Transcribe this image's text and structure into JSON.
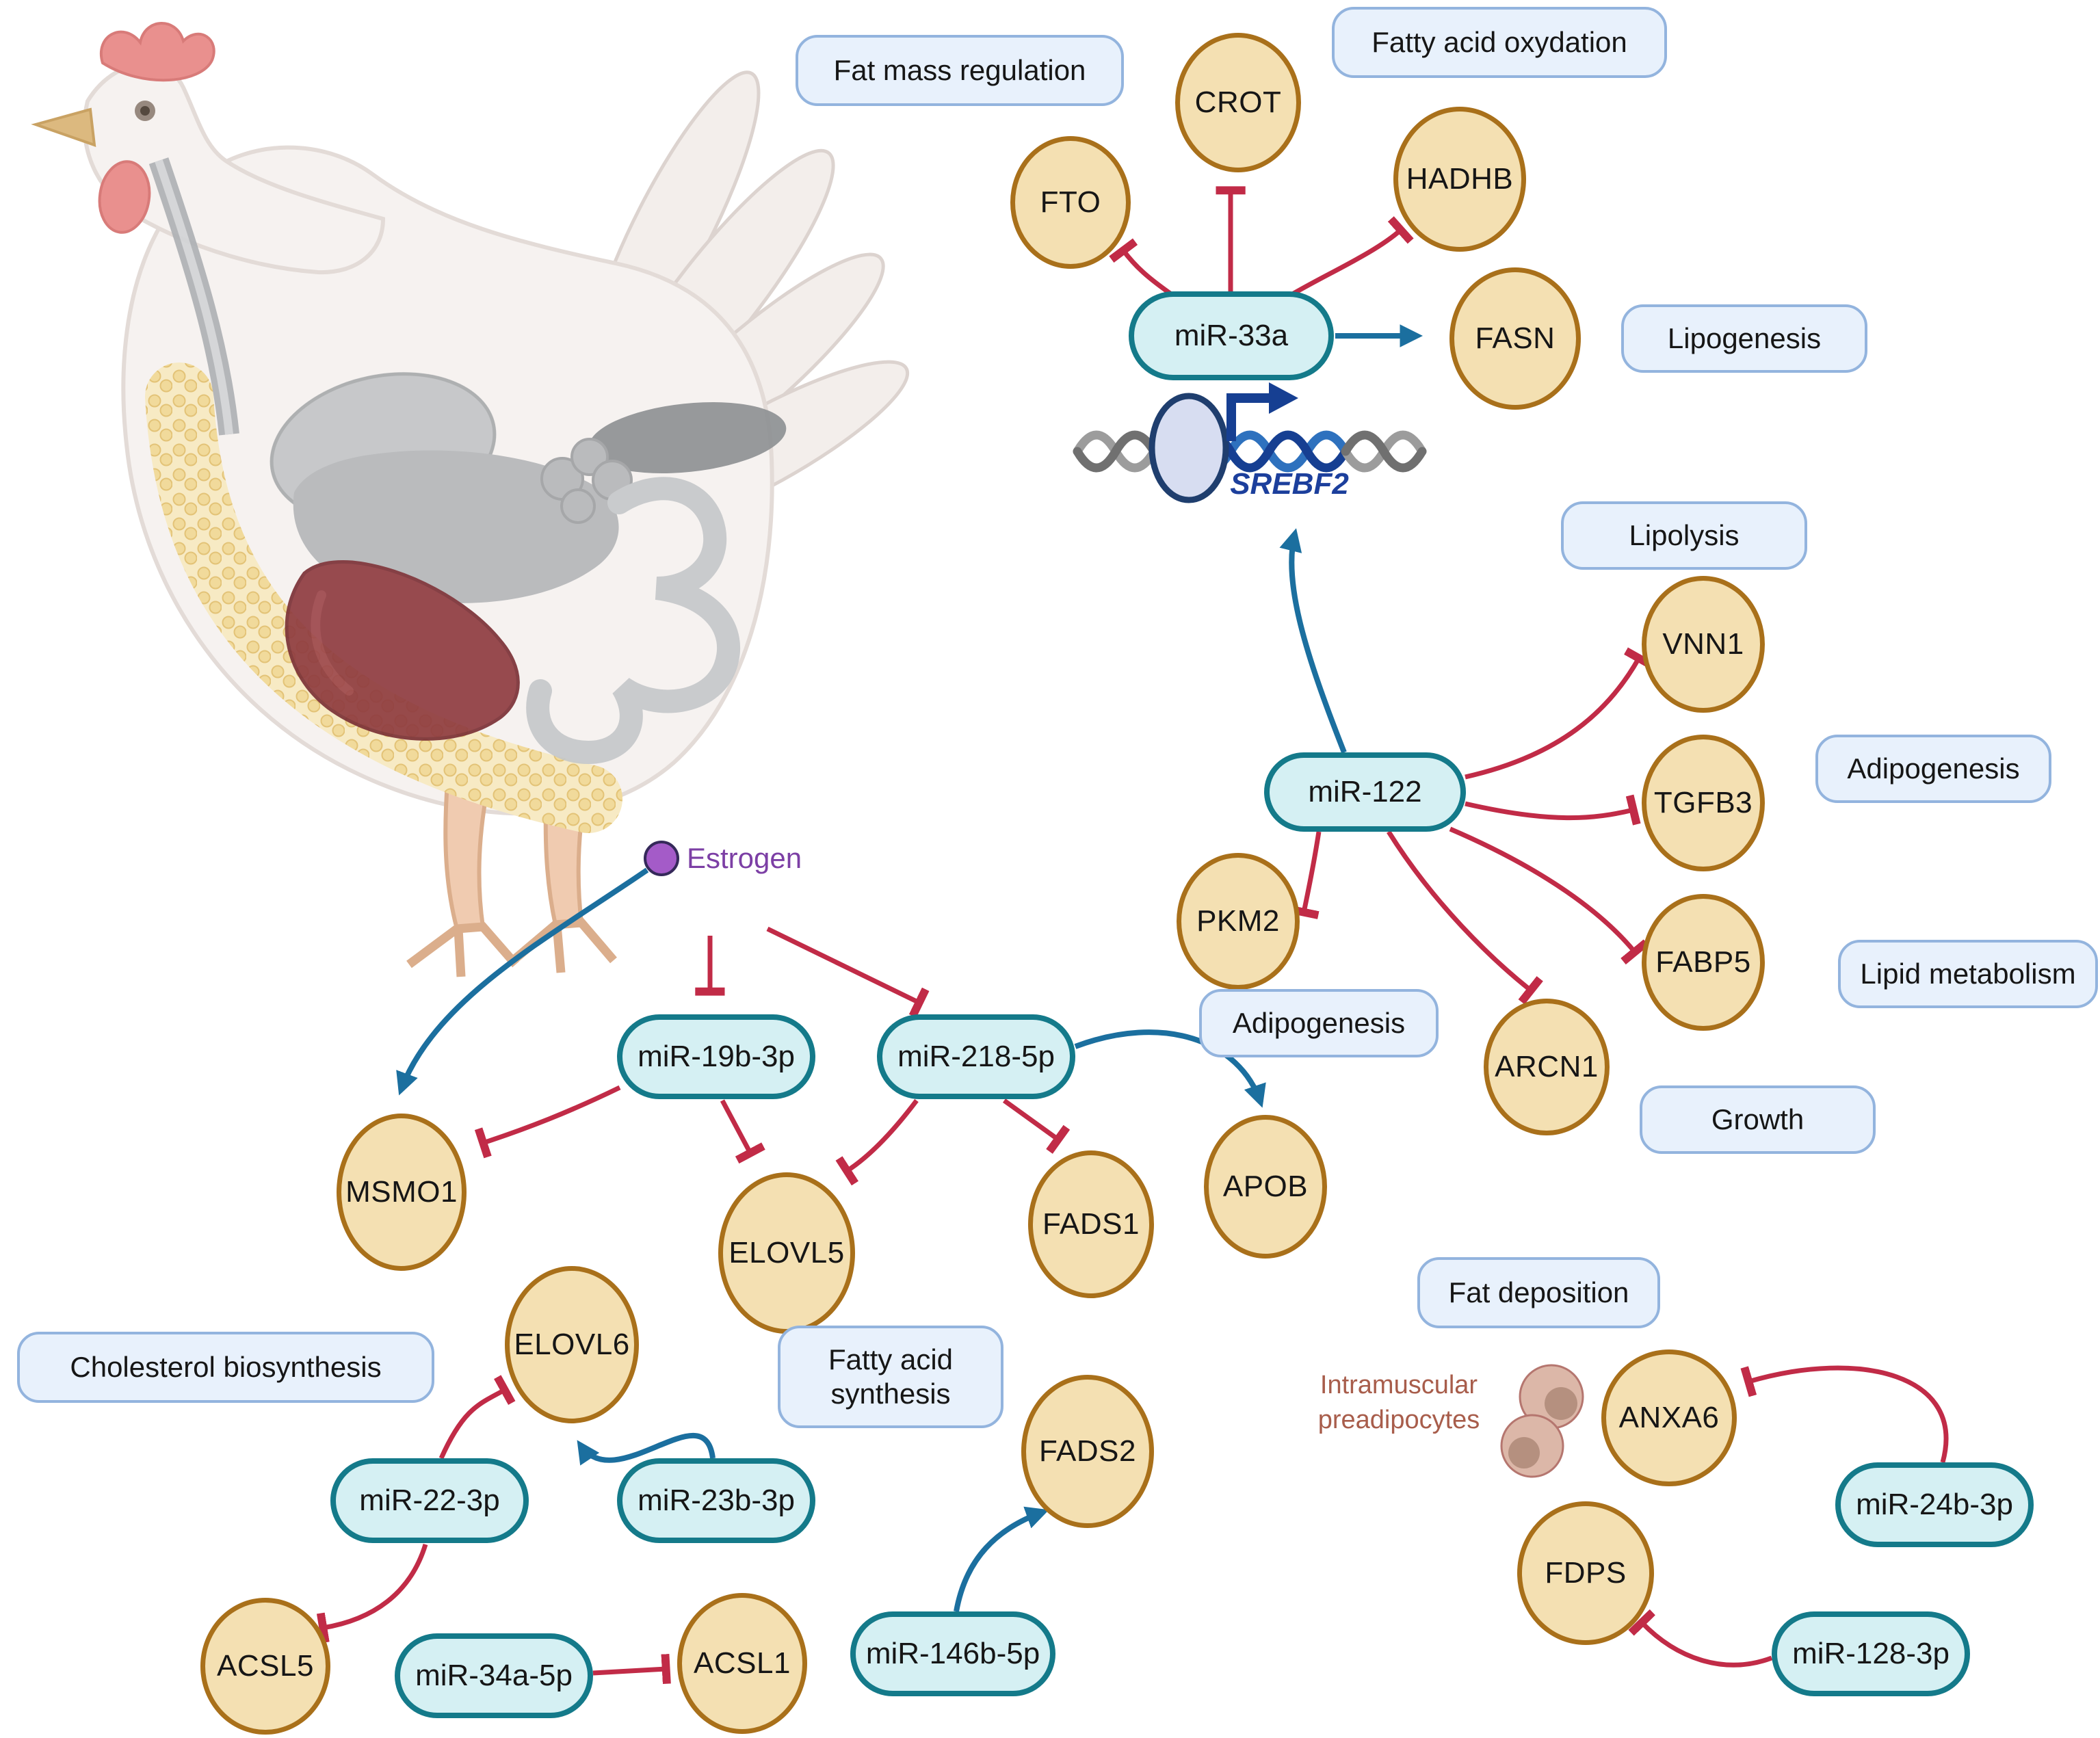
{
  "genes": {
    "crot": "CROT",
    "fto": "FTO",
    "hadhb": "HADHB",
    "fasn": "FASN",
    "vnn1": "VNN1",
    "tgfb3": "TGFB3",
    "pkm2": "PKM2",
    "fabp5": "FABP5",
    "arcn1": "ARCN1",
    "msmo1": "MSMO1",
    "elovl5": "ELOVL5",
    "fads1": "FADS1",
    "apob": "APOB",
    "elovl6": "ELOVL6",
    "fads2": "FADS2",
    "acsl5": "ACSL5",
    "acsl1": "ACSL1",
    "anxa6": "ANXA6",
    "fdps": "FDPS"
  },
  "mirnas": {
    "mir33a": "miR-33a",
    "mir122": "miR-122",
    "mir19b": "miR-19b-3p",
    "mir218": "miR-218-5p",
    "mir22": "miR-22-3p",
    "mir23b": "miR-23b-3p",
    "mir34a": "miR-34a-5p",
    "mir146b": "miR-146b-5p",
    "mir24b": "miR-24b-3p",
    "mir128": "miR-128-3p"
  },
  "pathways": {
    "fat_mass_regulation": "Fat mass regulation",
    "fatty_acid_oxydation": "Fatty acid oxydation",
    "lipogenesis": "Lipogenesis",
    "lipolysis": "Lipolysis",
    "adipogenesis_right": "Adipogenesis",
    "lipid_metabolism": "Lipid metabolism",
    "adipogenesis_left": "Adipogenesis",
    "growth": "Growth",
    "cholesterol_biosynthesis": "Cholesterol biosynthesis",
    "fatty_acid_synthesis": "Fatty acid synthesis",
    "fat_deposition": "Fat deposition"
  },
  "annotations": {
    "gene_promoter": "SREBF2",
    "estrogen": "Estrogen",
    "intramuscular_line1": "Intramuscular",
    "intramuscular_line2": "preadipocytes"
  },
  "colors": {
    "gene_fill": "#F4E0B2",
    "gene_border": "#A9701A",
    "mirna_fill": "#D5F0F3",
    "mirna_border": "#147A8A",
    "pathway_fill": "#E8F1FC",
    "pathway_border": "#93B4DE",
    "inhibition_red": "#C12B47",
    "activation_blue": "#1B6F9F",
    "promoter_navy": "#163F92",
    "estrogen_purple": "#7C3FA5",
    "preadipocyte_text": "#A85D4B"
  },
  "edges": [
    {
      "from": "miR-33a",
      "to": "FTO",
      "type": "inhibits"
    },
    {
      "from": "miR-33a",
      "to": "CROT",
      "type": "inhibits"
    },
    {
      "from": "miR-33a",
      "to": "HADHB",
      "type": "inhibits"
    },
    {
      "from": "miR-33a",
      "to": "FASN",
      "type": "activates"
    },
    {
      "from": "miR-122",
      "to": "SREBF2",
      "type": "activates"
    },
    {
      "from": "miR-122",
      "to": "VNN1",
      "type": "inhibits"
    },
    {
      "from": "miR-122",
      "to": "TGFB3",
      "type": "inhibits"
    },
    {
      "from": "miR-122",
      "to": "FABP5",
      "type": "inhibits"
    },
    {
      "from": "miR-122",
      "to": "ARCN1",
      "type": "inhibits"
    },
    {
      "from": "miR-122",
      "to": "PKM2",
      "type": "inhibits"
    },
    {
      "from": "Estrogen",
      "to": "MSMO1",
      "type": "activates"
    },
    {
      "from": "Estrogen",
      "to": "miR-19b-3p",
      "type": "inhibits"
    },
    {
      "from": "Estrogen",
      "to": "miR-218-5p",
      "type": "inhibits"
    },
    {
      "from": "miR-19b-3p",
      "to": "MSMO1",
      "type": "inhibits"
    },
    {
      "from": "miR-19b-3p",
      "to": "ELOVL5",
      "type": "inhibits"
    },
    {
      "from": "miR-218-5p",
      "to": "ELOVL5",
      "type": "inhibits"
    },
    {
      "from": "miR-218-5p",
      "to": "FADS1",
      "type": "inhibits"
    },
    {
      "from": "miR-218-5p",
      "to": "APOB",
      "type": "activates"
    },
    {
      "from": "miR-22-3p",
      "to": "ELOVL6",
      "type": "inhibits"
    },
    {
      "from": "miR-22-3p",
      "to": "ACSL5",
      "type": "inhibits"
    },
    {
      "from": "miR-23b-3p",
      "to": "ELOVL6",
      "type": "activates"
    },
    {
      "from": "miR-34a-5p",
      "to": "ACSL1",
      "type": "inhibits"
    },
    {
      "from": "miR-146b-5p",
      "to": "FADS2",
      "type": "activates"
    },
    {
      "from": "miR-24b-3p",
      "to": "ANXA6",
      "type": "inhibits"
    },
    {
      "from": "miR-128-3p",
      "to": "FDPS",
      "type": "inhibits"
    }
  ]
}
